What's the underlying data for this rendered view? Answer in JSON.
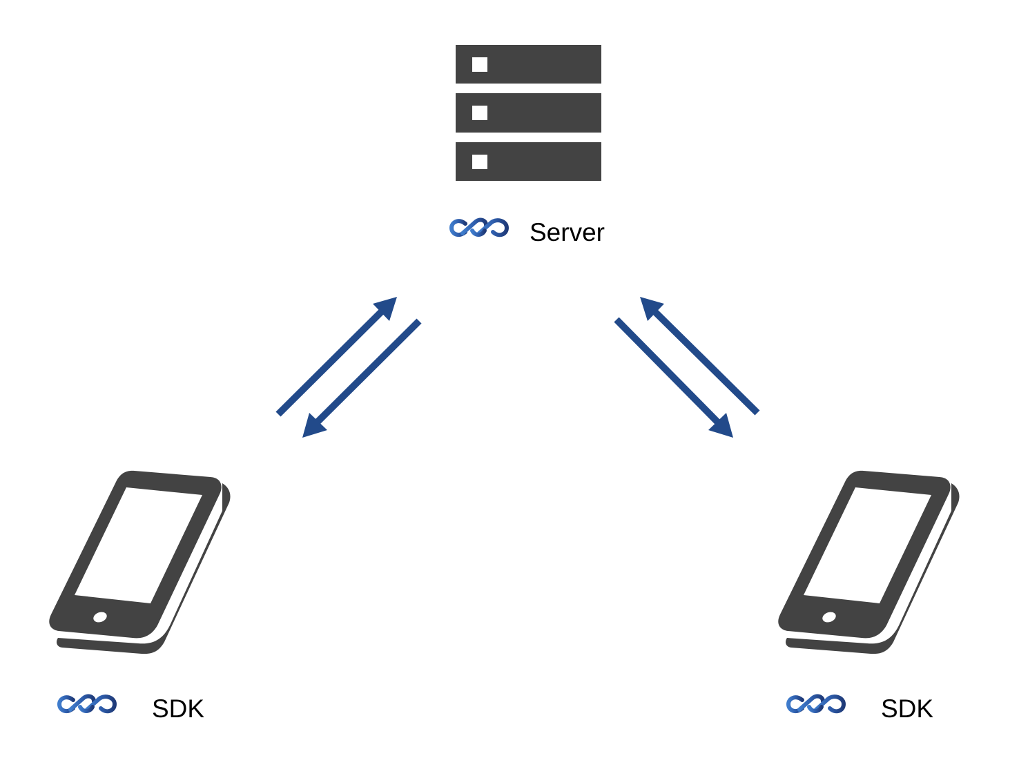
{
  "diagram": {
    "title": "",
    "nodes": [
      {
        "id": "server",
        "icon": "server-icon",
        "brand": "SKYWAY",
        "label": "Server"
      },
      {
        "id": "client-left",
        "icon": "smartphone-icon",
        "brand": "SKYWAY",
        "label": "SDK"
      },
      {
        "id": "client-right",
        "icon": "smartphone-icon",
        "brand": "SKYWAY",
        "label": "SDK"
      }
    ],
    "edges": [
      {
        "from": "client-left",
        "to": "server",
        "direction": "bidirectional"
      },
      {
        "from": "client-right",
        "to": "server",
        "direction": "bidirectional"
      }
    ]
  },
  "colors": {
    "icon": "#434343",
    "arrow": "#224a8a",
    "logo_light": "#3b78c8",
    "logo_dark": "#1f3a78",
    "logo_bg": "#f7f7f9",
    "text": "#000000"
  }
}
